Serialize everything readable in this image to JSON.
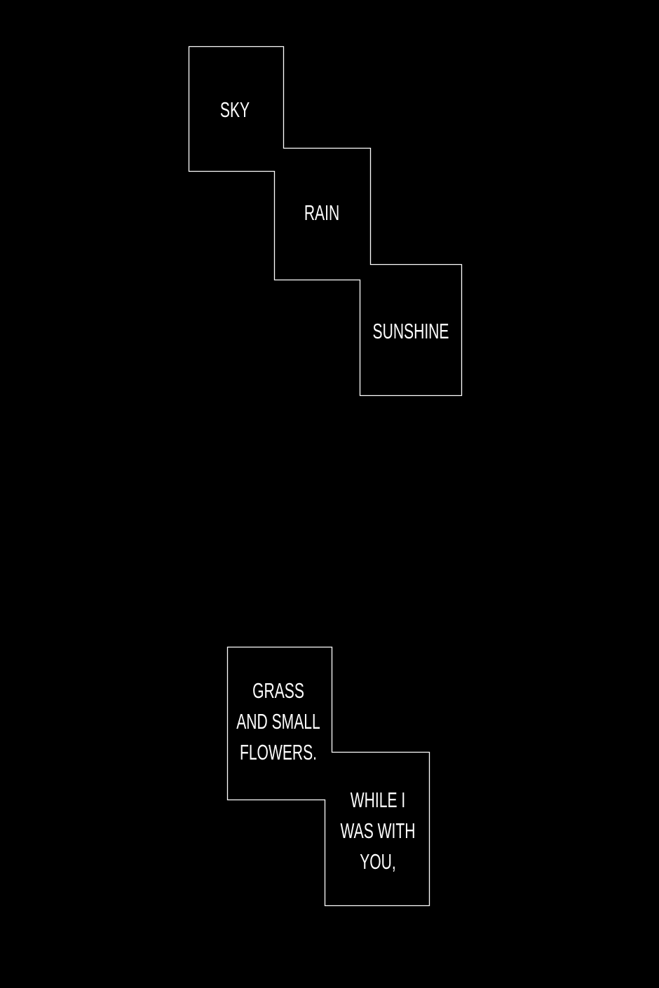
{
  "panels": [
    {
      "captions": [
        "SKY",
        "RAIN",
        "SUNSHINE"
      ]
    },
    {
      "captions": [
        {
          "lines": [
            "GRASS",
            "AND SMALL",
            "FLOWERS."
          ]
        },
        {
          "lines": [
            "WHILE I",
            "WAS WITH",
            "YOU,"
          ]
        }
      ]
    }
  ],
  "colors": {
    "background": "#000000",
    "border": "#ffffff",
    "text": "#ffffff"
  }
}
